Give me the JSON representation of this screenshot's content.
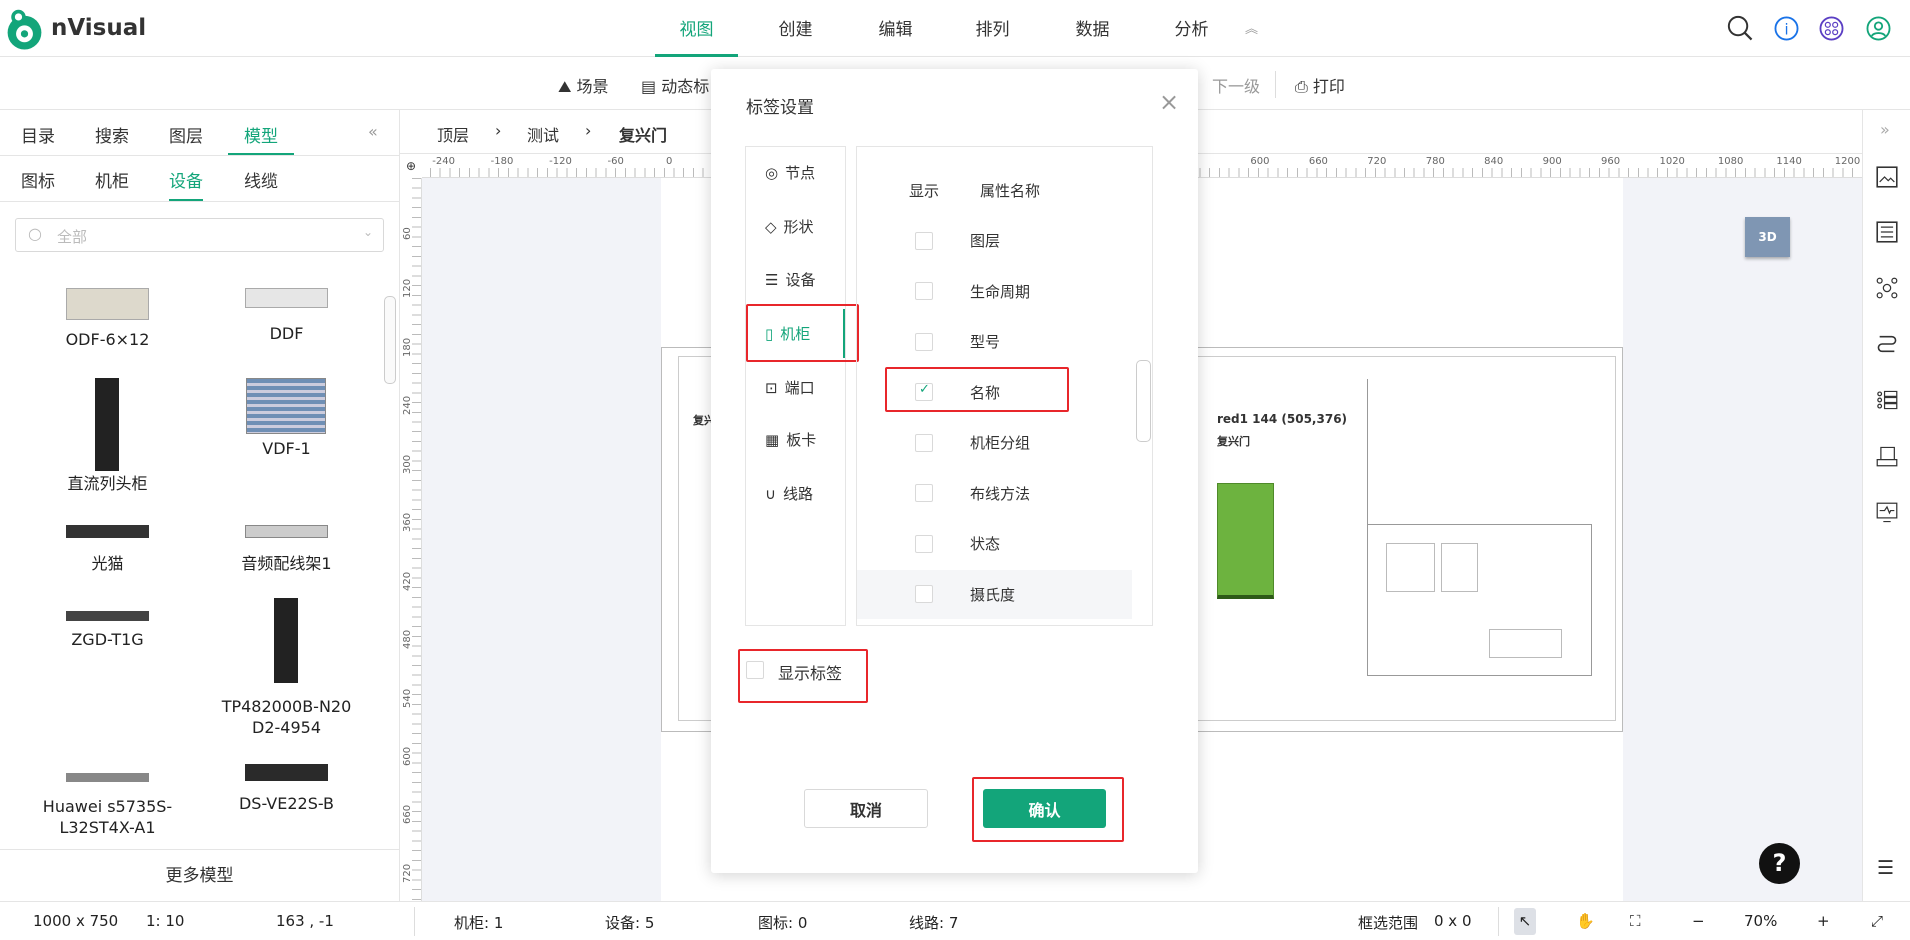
{
  "app": {
    "name": "nVisual"
  },
  "menu": [
    "视图",
    "创建",
    "编辑",
    "排列",
    "数据",
    "分析"
  ],
  "toolbar": {
    "scene": "场景",
    "dynamic": "动态标",
    "next_level": "下一级",
    "print": "打印"
  },
  "left": {
    "tabs": [
      "目录",
      "搜索",
      "图层",
      "模型"
    ],
    "subtabs": [
      "图标",
      "机柜",
      "设备",
      "线缆"
    ],
    "search_placeholder": "全部",
    "devices": [
      "ODF-6×12",
      "DDF",
      "直流列头柜",
      "VDF-1",
      "光猫",
      "音频配线架1",
      "ZGD-T1G",
      "TP482000B-N20\nD2-4954",
      "Huawei s5735S-\nL32ST4X-A1",
      "DS-VE22S-B"
    ],
    "more_models": "更多模型"
  },
  "breadcrumb": [
    "顶层",
    "测试",
    "复兴门"
  ],
  "ruler": {
    "top": [
      "-240",
      "-180",
      "-120",
      "-60",
      "0",
      "600",
      "660",
      "720",
      "780",
      "840",
      "900",
      "960",
      "1020",
      "1080",
      "1140",
      "1200"
    ],
    "left": [
      "60",
      "120",
      "180",
      "240",
      "300",
      "360",
      "420",
      "480",
      "540",
      "600",
      "660",
      "720"
    ]
  },
  "canvas": {
    "label_left": "复兴",
    "label_coord": "red1 144 (505,376)",
    "room_label": "复兴门",
    "btn_3d": "3D",
    "help": "?"
  },
  "dialog": {
    "title": "标签设置",
    "categories": [
      "节点",
      "形状",
      "设备",
      "机柜",
      "端口",
      "板卡",
      "线路"
    ],
    "header_show": "显示",
    "header_name": "属性名称",
    "attributes": [
      {
        "name": "图层",
        "checked": false
      },
      {
        "name": "生命周期",
        "checked": false
      },
      {
        "name": "型号",
        "checked": false
      },
      {
        "name": "名称",
        "checked": true
      },
      {
        "name": "机柜分组",
        "checked": false
      },
      {
        "name": "布线方法",
        "checked": false
      },
      {
        "name": "状态",
        "checked": false
      },
      {
        "name": "摄氏度",
        "checked": false
      }
    ],
    "show_labels": "显示标签",
    "show_labels_checked": false,
    "cancel": "取消",
    "confirm": "确认"
  },
  "status": {
    "size": "1000 x 750",
    "scale": "1: 10",
    "coords": "163 , -1",
    "cabinets": "机柜: 1",
    "devices": "设备: 5",
    "icons": "图标: 0",
    "lines": "线路: 7",
    "selection_label": "框选范围",
    "selection_value": "0 x 0",
    "zoom": "70%"
  },
  "colors": {
    "accent": "#13a57a",
    "danger": "#e8262b",
    "rack": "#6db33f"
  }
}
